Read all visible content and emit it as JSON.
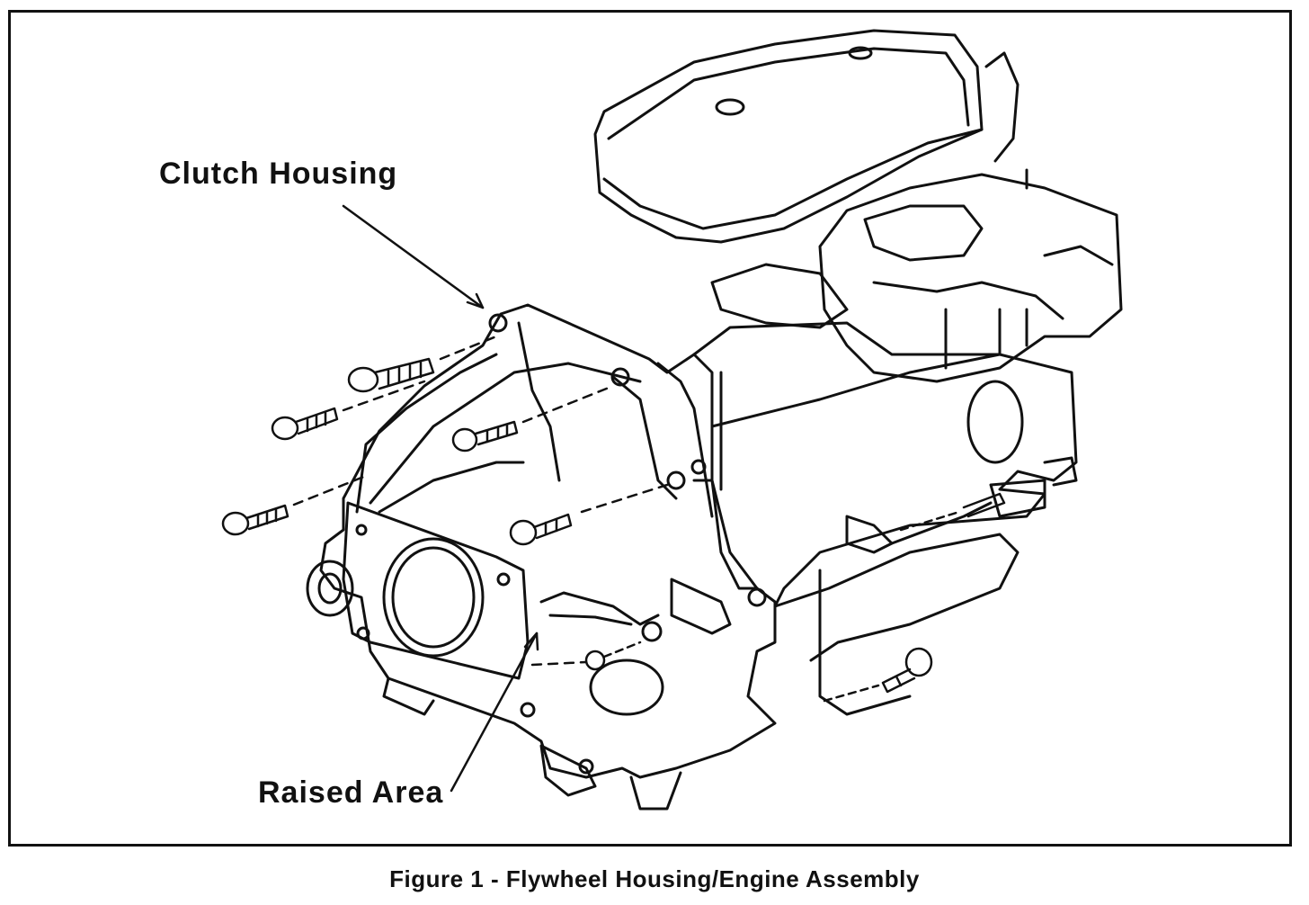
{
  "figure": {
    "callouts": {
      "clutch_housing": "Clutch Housing",
      "raised_area": "Raised Area"
    },
    "caption": "Figure 1 - Flywheel Housing/Engine Assembly"
  },
  "style": {
    "line_color": "#111111",
    "background": "#ffffff"
  }
}
